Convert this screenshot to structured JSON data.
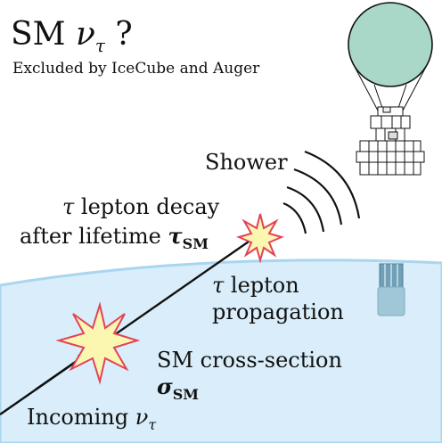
{
  "title": {
    "prefix": "SM ",
    "nu": "ν",
    "sub": "τ",
    "suffix": " ?"
  },
  "subtitle": "Excluded by IceCube and Auger",
  "labels": {
    "shower": "Shower",
    "decay_line1": "τ lepton decay",
    "decay_line2_prefix": "after lifetime ",
    "decay_tau": "τ",
    "decay_tau_sub": "SM",
    "propagation_line1": "τ lepton",
    "propagation_line2": "propagation",
    "xsec_line1": "SM cross-section",
    "xsec_sigma": "σ",
    "xsec_sigma_sub": "SM",
    "incoming_prefix": "Incoming ",
    "incoming_nu": "ν",
    "incoming_sub": "τ"
  },
  "colors": {
    "earth_fill": "#d9eefa",
    "earth_edge": "#a9d6ef",
    "balloon": "#a9d7c8",
    "star_fill": "#fbf6b0",
    "star_edge": "#e2435a",
    "track": "#111111",
    "detector": "#9fc7d8"
  },
  "icons": [
    "balloon-icon",
    "gondola-icon",
    "detector-icon",
    "interaction-star-icon",
    "decay-star-icon"
  ]
}
